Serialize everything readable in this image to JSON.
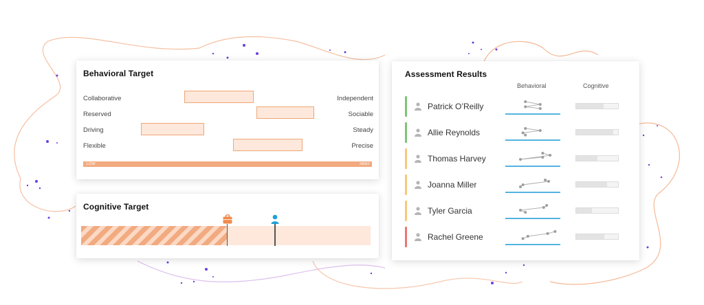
{
  "behavioral_target": {
    "title": "Behavioral Target",
    "traits": [
      {
        "left": "Collaborative",
        "right": "Independent",
        "range": [
          0.35,
          0.59
        ]
      },
      {
        "left": "Reserved",
        "right": "Sociable",
        "range": [
          0.6,
          0.8
        ]
      },
      {
        "left": "Driving",
        "right": "Steady",
        "range": [
          0.2,
          0.42
        ]
      },
      {
        "left": "Flexible",
        "right": "Precise",
        "range": [
          0.52,
          0.76
        ]
      }
    ],
    "scale_low": "LOW",
    "scale_high": "HIGH",
    "accent_color": "#f2aa80"
  },
  "cognitive_target": {
    "title": "Cognitive Target",
    "target_range_end": 0.505,
    "job_marker_value": 0.505,
    "person_marker_value": 0.67,
    "job_icon": "briefcase-icon",
    "person_icon": "person-marker-icon"
  },
  "assessment_results": {
    "title": "Assessment Results",
    "col_behavioral": "Behavioral",
    "col_cognitive": "Cognitive",
    "rows": [
      {
        "name": "Patrick O’Reilly",
        "status_color": "#7cc576",
        "cognitive": 0.66,
        "points": [
          [
            0.35,
            0.25
          ],
          [
            0.65,
            0.45
          ],
          [
            0.35,
            0.62
          ],
          [
            0.65,
            0.75
          ]
        ]
      },
      {
        "name": "Allie Reynolds",
        "status_color": "#7cc576",
        "cognitive": 0.88,
        "points": [
          [
            0.35,
            0.3
          ],
          [
            0.65,
            0.45
          ],
          [
            0.3,
            0.62
          ],
          [
            0.35,
            0.78
          ]
        ]
      },
      {
        "name": "Thomas Harvey",
        "status_color": "#f7c977",
        "cognitive": 0.5,
        "points": [
          [
            0.7,
            0.2
          ],
          [
            0.85,
            0.35
          ],
          [
            0.25,
            0.65
          ],
          [
            0.7,
            0.5
          ]
        ]
      },
      {
        "name": "Joanna Miller",
        "status_color": "#f7c977",
        "cognitive": 0.74,
        "points": [
          [
            0.75,
            0.25
          ],
          [
            0.82,
            0.35
          ],
          [
            0.3,
            0.6
          ],
          [
            0.25,
            0.75
          ]
        ]
      },
      {
        "name": "Tyler Garcia",
        "status_color": "#f7c977",
        "cognitive": 0.38,
        "points": [
          [
            0.78,
            0.2
          ],
          [
            0.72,
            0.35
          ],
          [
            0.25,
            0.55
          ],
          [
            0.35,
            0.7
          ]
        ]
      },
      {
        "name": "Rachel Greene",
        "status_color": "#ee7474",
        "cognitive": 0.68,
        "points": [
          [
            0.95,
            0.2
          ],
          [
            0.8,
            0.35
          ],
          [
            0.4,
            0.55
          ],
          [
            0.3,
            0.72
          ]
        ]
      }
    ]
  }
}
